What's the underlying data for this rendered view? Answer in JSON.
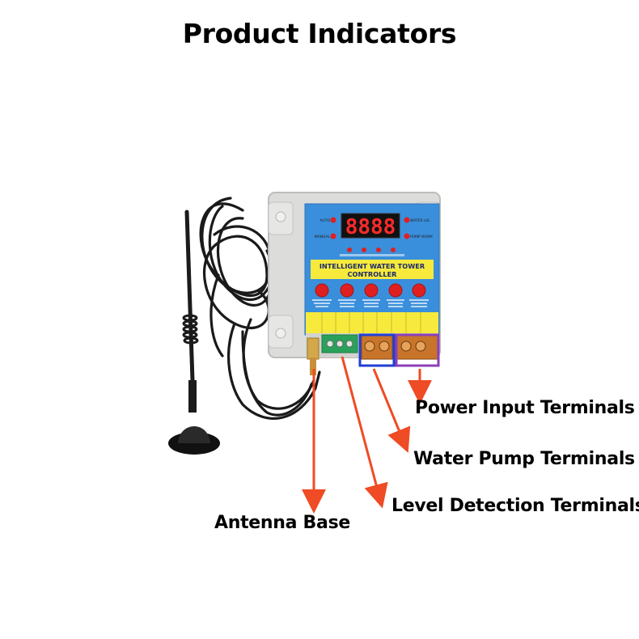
{
  "page": {
    "title": "Product Indicators"
  },
  "labels": {
    "power_input": "Power Input Terminals",
    "water_pump": "Water Pump Terminals",
    "level_detection": "Level Detection Terminals",
    "antenna_base": "Antenna Base"
  },
  "device": {
    "display_digits": "8888",
    "banner_line1": "INTELLIGENT WATER TOWER",
    "banner_line2": "CONTROLLER",
    "indicator_left_top": "AUTO",
    "indicator_left_bottom": "MANUAL",
    "indicator_right_top": "WATER LVL",
    "indicator_right_bottom": "PUMP WORK"
  },
  "colors": {
    "arrow": "#ef4b24",
    "pump_box": "#1f3fd6",
    "power_box": "#8b3fb8",
    "panel_blue": "#3a8fdc",
    "banner_yellow": "#f7ea3c",
    "button_red": "#e02020",
    "housing_gray": "#dcdcda",
    "terminal_orange": "#c8742a",
    "terminal_green": "#2aa15a"
  }
}
